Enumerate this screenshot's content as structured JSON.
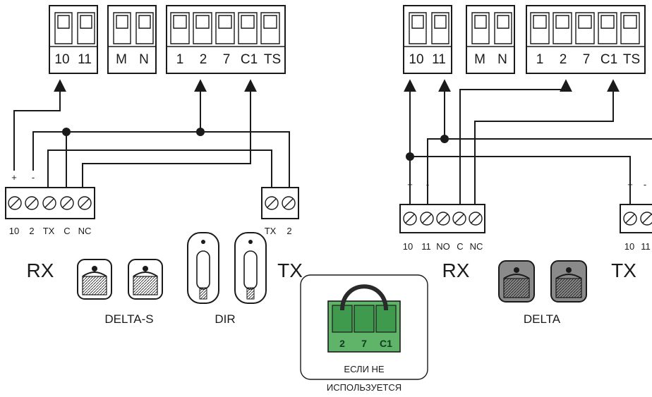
{
  "left": {
    "terminal_groups": [
      [
        "10",
        "11"
      ],
      [
        "M",
        "N"
      ],
      [
        "1",
        "2",
        "7",
        "C1",
        "TS"
      ]
    ],
    "rx_pins": [
      "10",
      "2",
      "TX",
      "C",
      "NC"
    ],
    "rx_polarity": [
      "+",
      "-"
    ],
    "tx_pins": [
      "TX",
      "2"
    ],
    "rx_label": "RX",
    "tx_label": "TX",
    "device_labels": [
      "DELTA-S",
      "DIR"
    ]
  },
  "right": {
    "terminal_groups": [
      [
        "10",
        "11"
      ],
      [
        "M",
        "N"
      ],
      [
        "1",
        "2",
        "7",
        "C1",
        "TS"
      ]
    ],
    "rx_pins": [
      "10",
      "11",
      "NO",
      "C",
      "NC"
    ],
    "rx_polarity": [
      "+",
      "-"
    ],
    "tx_polarity": [
      "+",
      "-"
    ],
    "tx_pins": [
      "10",
      "11"
    ],
    "rx_label": "RX",
    "tx_label": "TX",
    "device_label": "DELTA"
  },
  "jumper": {
    "pins": [
      "2",
      "7",
      "C1"
    ],
    "caption_line1": "ЕСЛИ НЕ",
    "caption_line2": "ИСПОЛЬЗУЕТСЯ",
    "colors": {
      "block": "#5fb46a",
      "block_dark": "#2f7a3c"
    }
  }
}
